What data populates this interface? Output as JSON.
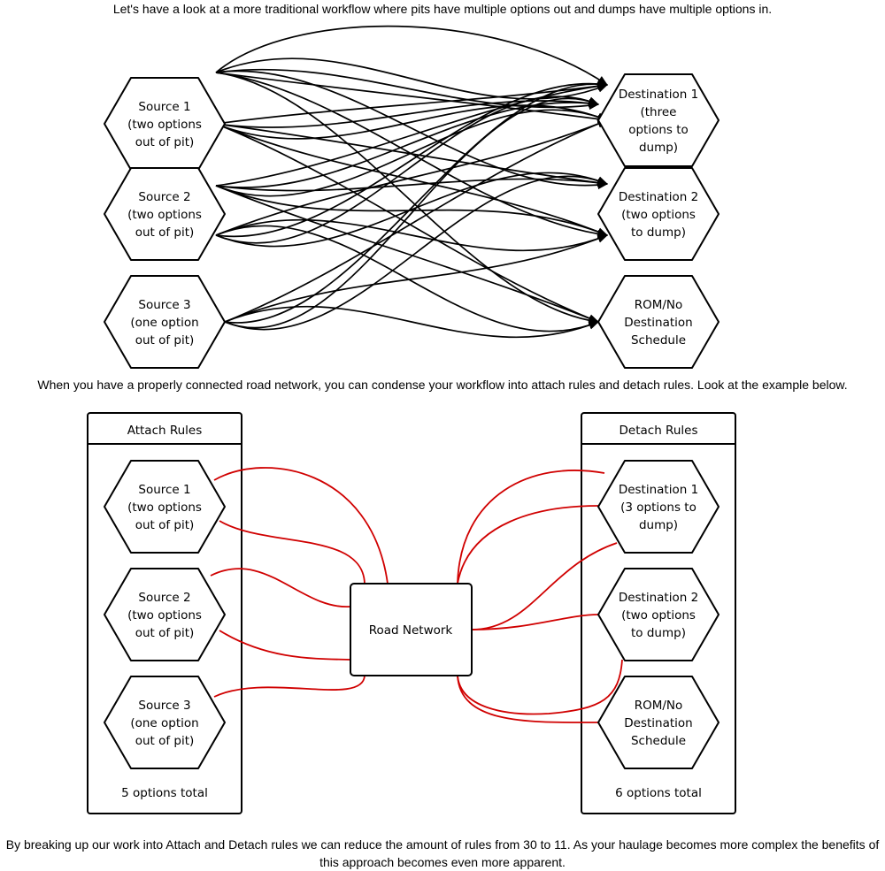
{
  "text": {
    "intro": "Let's have a look at a more traditional workflow where pits have multiple options out and dumps have multiple options in.",
    "middle": "When you have a properly connected road network, you can condense your workflow into attach rules and detach rules. Look at the example below.",
    "conclusion": "By breaking up our work into Attach and Detach rules we can reduce the amount of rules from 30 to 11. As your haulage becomes more complex the benefits of this approach becomes even more apparent."
  },
  "traditional": {
    "sources": [
      {
        "id": "s1",
        "lines": [
          "Source 1",
          "(two options",
          "out of pit)"
        ]
      },
      {
        "id": "s2",
        "lines": [
          "Source 2",
          "(two options",
          "out of pit)"
        ]
      },
      {
        "id": "s3",
        "lines": [
          "Source 3",
          "(one option",
          "out of pit)"
        ]
      }
    ],
    "destinations": [
      {
        "id": "d1",
        "lines": [
          "Destination 1",
          "(three",
          "options to",
          "dump)"
        ]
      },
      {
        "id": "d2",
        "lines": [
          "Destination 2",
          "(two options",
          "to dump)"
        ]
      },
      {
        "id": "d3",
        "lines": [
          "ROM/No",
          "Destination",
          "Schedule"
        ]
      }
    ],
    "total_rules": 30
  },
  "condensed": {
    "attach_panel": {
      "title": "Attach Rules",
      "footer": "5 options total",
      "sources": [
        {
          "id": "s1",
          "lines": [
            "Source 1",
            "(two options",
            "out of pit)"
          ],
          "connections": 2
        },
        {
          "id": "s2",
          "lines": [
            "Source 2",
            "(two options",
            "out of pit)"
          ],
          "connections": 2
        },
        {
          "id": "s3",
          "lines": [
            "Source 3",
            "(one option",
            "out of pit)"
          ],
          "connections": 1
        }
      ]
    },
    "road_network": {
      "label": "Road Network"
    },
    "detach_panel": {
      "title": "Detach Rules",
      "footer": "6 options total",
      "destinations": [
        {
          "id": "d1",
          "lines": [
            "Destination 1",
            "(3 options to",
            "dump)"
          ],
          "connections": 3
        },
        {
          "id": "d2",
          "lines": [
            "Destination 2",
            "(two options",
            "to dump)"
          ],
          "connections": 2
        },
        {
          "id": "d3",
          "lines": [
            "ROM/No",
            "Destination",
            "Schedule"
          ],
          "connections": 1
        }
      ]
    },
    "total_rules": 11
  },
  "colors": {
    "traditional_edge": "#000000",
    "condensed_edge": "#d00000"
  }
}
